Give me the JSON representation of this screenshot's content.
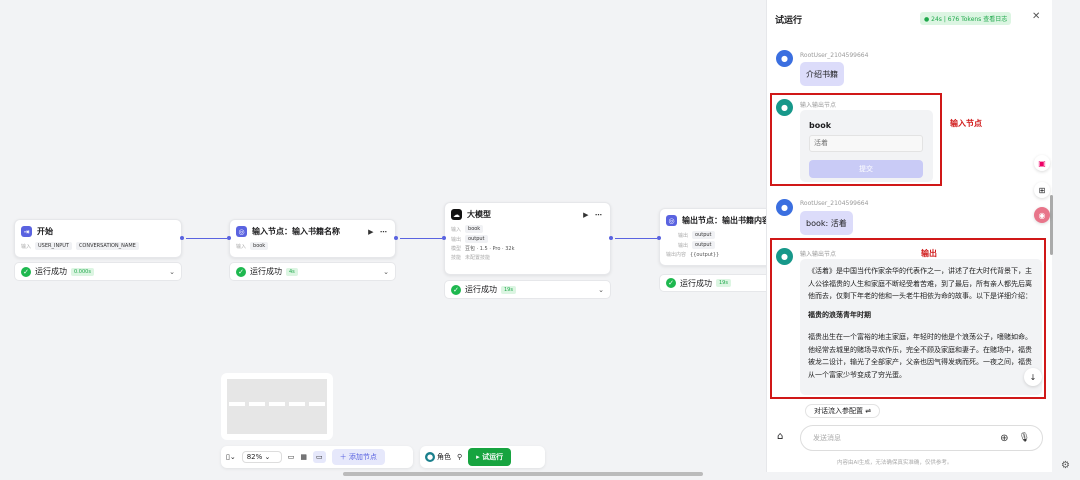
{
  "nodes": {
    "start": {
      "title": "开始",
      "in_label": "输入",
      "params": [
        "USER_INPUT",
        "CONVERSATION_NAME"
      ],
      "status": "运行成功",
      "time": "0.000s"
    },
    "input": {
      "title": "输入节点：输入书籍名称",
      "in_label": "输入",
      "params": [
        "book"
      ],
      "status": "运行成功",
      "time": "4s"
    },
    "llm": {
      "title": "大模型",
      "in_label": "输入",
      "in_param": "book",
      "out_label": "输出",
      "out_param": "output",
      "model_label": "模型",
      "model": "豆包 · 1.5 · Pro · 32k",
      "skill_label": "技能",
      "skill": "未配置技能",
      "status": "运行成功",
      "time": "19s"
    },
    "output": {
      "title": "输出节点：输出书籍内容",
      "out_label": "输出",
      "params": [
        "output",
        "output"
      ],
      "content_label": "输出内容",
      "content": "{{output}}",
      "status": "运行成功",
      "time": "19s"
    }
  },
  "panel": {
    "title": "试运行",
    "stats": "24s | 676 Tokens",
    "log_link": "查看日志",
    "messages": [
      {
        "user": "RootUser_2104599664",
        "text": "介绍书籍"
      },
      {
        "user": "输入输出节点",
        "field": "book",
        "placeholder": "活着",
        "submit": "提交"
      },
      {
        "user": "RootUser_2104599664",
        "text": "book: 活着"
      },
      {
        "user": "输入输出节点",
        "p1": "《活着》是中国当代作家余华的代表作之一，讲述了在大时代背景下，主人公徐福贵的人生和家庭不断经受着苦难，到了最后，所有亲人都先后离他而去，仅剩下年老的他和一头老牛相依为命的故事。以下是详细介绍：",
        "heading": "福贵的浪荡青年时期",
        "p2": "福贵出生在一个富裕的地主家庭，年轻时的他是个浪荡公子，嗜赌如命。他经常去城里的赌场寻欢作乐，完全不顾及家庭和妻子。在赌场中，福贵被龙二设计，输光了全部家产，父亲也因气得发病而死。一夜之间，福贵从一个富家少爷变成了穷光蛋。"
      }
    ],
    "annot_input": "输入节点",
    "annot_output": "输出",
    "config_chip": "对话流入参配置",
    "input_placeholder": "发送消息",
    "disclaimer": "内容由AI生成，无法确保真实准确，仅供参考。"
  },
  "toolbar": {
    "zoom": "82%",
    "add_node": "添加节点",
    "role": "角色",
    "run": "试运行"
  }
}
